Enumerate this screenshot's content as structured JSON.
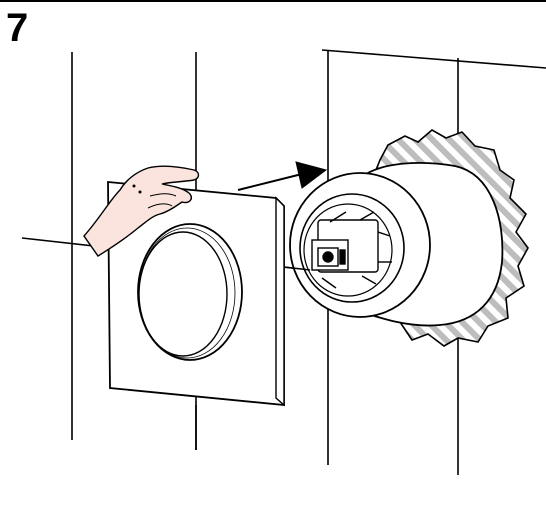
{
  "step": {
    "number": "7"
  },
  "colors": {
    "line": "#000000",
    "background": "#ffffff",
    "hand_fill": "#fbe3de",
    "hatch": "#bdbdbd"
  },
  "icons": {
    "hand": "hand-icon",
    "arrow": "arrow-right-icon",
    "plate": "cover-plate",
    "socket": "socket-insert",
    "wall": "broken-wall-hatched"
  }
}
